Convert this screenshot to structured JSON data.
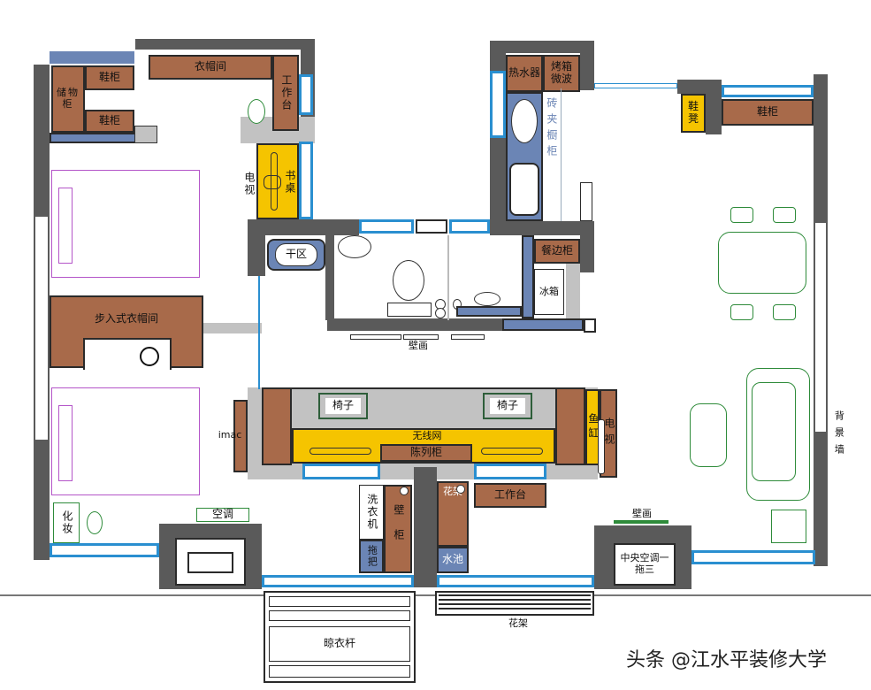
{
  "labels": {
    "shoe_cabinet": "鞋柜",
    "storage_cabinet": "储物柜",
    "cloakroom": "衣帽间",
    "workbench_vertical": "工作台",
    "tv": "电视",
    "desk": "书桌",
    "water_heater": "热水器",
    "oven_microwave": "烤箱微波",
    "sandwich_cabinet": "砖夹橱柜",
    "shoe_stool": "鞋凳",
    "dry_area": "干区",
    "sideboard": "餐边柜",
    "fridge": "冰箱",
    "walk_in_closet": "步入式衣帽间",
    "wall_painting": "壁画",
    "chair": "椅子",
    "wifi": "无线网",
    "display_cabinet": "陈列柜",
    "fish_tank": "鱼缸",
    "imac": "imac",
    "background_wall": "背景墙",
    "makeup": "化妆",
    "air_conditioner": "空调",
    "washing_machine": "洗衣机",
    "mop": "拖把",
    "wall_cabinet": "壁柜",
    "flower_rack": "花架",
    "sink": "水池",
    "workbench": "工作台",
    "central_ac": "中央空调一拖三",
    "drying_rack": "晾衣杆",
    "watermark": "头条 @江水平装修大学"
  },
  "colors": {
    "wall": "#5a5a5a",
    "furniture": "#a86a4a",
    "highlight": "#f5c400",
    "fixture": "#6b85b5",
    "window": "#2a8fd0",
    "bedroom_outline": "#b455c8",
    "dining_outline": "#2e8b3a"
  }
}
